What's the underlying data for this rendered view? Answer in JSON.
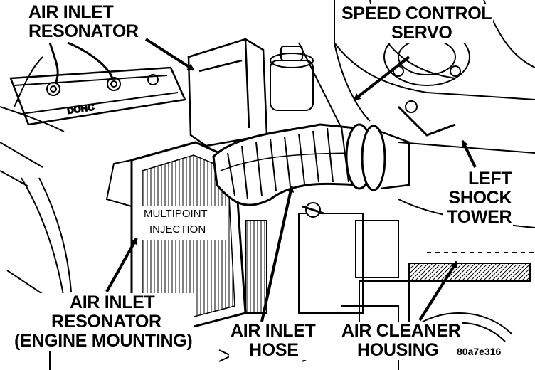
{
  "labels": {
    "air_inlet_resonator_top": [
      "AIR INLET",
      "RESONATOR"
    ],
    "speed_control_servo": [
      "SPEED CONTROL",
      "SERVO"
    ],
    "left_shock_tower": [
      "LEFT",
      "SHOCK",
      "TOWER"
    ],
    "air_inlet_resonator_engine": [
      "AIR INLET",
      "RESONATOR",
      "(ENGINE MOUNTING)"
    ],
    "air_inlet_hose": [
      "AIR INLET",
      "HOSE"
    ],
    "air_cleaner_housing": [
      "AIR CLEANER",
      "HOUSING"
    ]
  },
  "component_text": {
    "engine_badge": "DOHC",
    "resonator_line1": "MULTIPOINT",
    "resonator_line2": "INJECTION"
  },
  "figure_code": "80a7e316",
  "colors": {
    "ink": "#000000",
    "paper": "#ffffff"
  }
}
